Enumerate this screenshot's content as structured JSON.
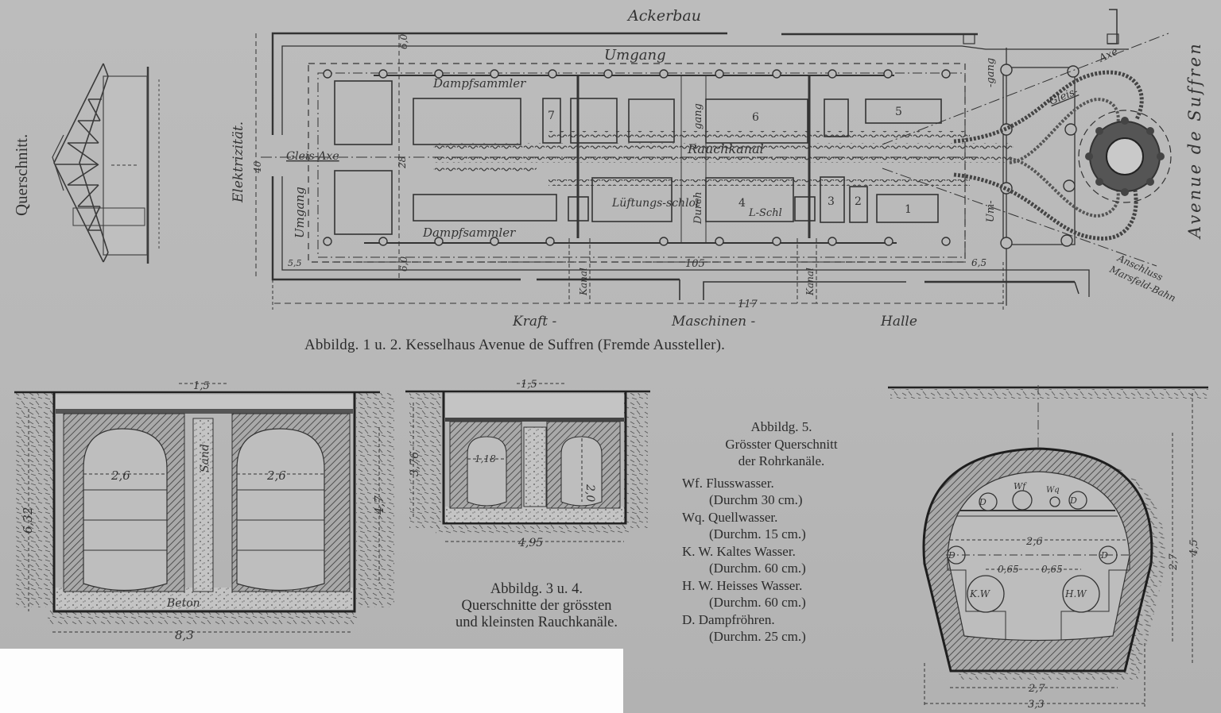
{
  "figure_1_2": {
    "caption": "Abbildg. 1 u. 2.  Kesselhaus Avenue de Suffren (Fremde Aussteller).",
    "cross_section_label": "Querschnitt.",
    "labels": {
      "top_street": "Ackerbau",
      "umgang_top": "Umgang",
      "umgang_left": "Umgang",
      "umgang_right_a": "-gang",
      "umgang_right_b": "Um-",
      "dampfsammler_top": "Dampfsammler",
      "dampfsammler_bottom": "Dampfsammler",
      "gleis_axe": "Gleis-Axe",
      "gleis": "Gleis-",
      "axe": "Axe",
      "rauchkanal": "Rauchkanal",
      "lueftungsschlot": "Lüftungs-schlot",
      "l_schl": "L-Schl",
      "durchgang_a": "gang",
      "durchgang_b": "Durch",
      "kanal_a": "Kanal",
      "kanal_b": "Kanal",
      "elektrizitaet": "Elektrizität.",
      "avenue": "Avenue de Suffren",
      "anschluss_a": "Anschluss",
      "anschluss_b": "Marsfeld-Bahn",
      "hall_a": "Kraft -",
      "hall_b": "Maschinen -",
      "hall_c": "Halle"
    },
    "boilers": [
      "1",
      "2",
      "3",
      "4",
      "5",
      "6",
      "7"
    ],
    "dimensions": {
      "width_inner": "105",
      "width_total": "117",
      "height_total": "40",
      "height_inner": "28",
      "top_margin": "6,0",
      "bottom_margin": "6,0",
      "left_margin": "5,5",
      "right_margin": "6,5"
    }
  },
  "figure_3_4": {
    "caption_line1": "Abbildg. 3 u. 4.",
    "caption_line2": "Querschnitte der grössten",
    "caption_line3": "und kleinsten Rauchkanäle.",
    "large": {
      "top_width": "1,5",
      "inner_width_left": "2,6",
      "inner_width_right": "2,6",
      "total_height": "6,32",
      "inner_height": "4,7",
      "total_width": "8,3",
      "fill_label": "Sand",
      "base_label": "Beton"
    },
    "small": {
      "top_width": "1,5",
      "inner_width": "1,18",
      "inner_height": "2,0",
      "total_height": "3,76",
      "total_width": "4,95"
    }
  },
  "figure_5": {
    "caption_line1": "Abbildg. 5.",
    "caption_line2": "Grösster Querschnitt",
    "caption_line3": "der Rohrkanäle.",
    "legend": [
      {
        "code": "Wf.",
        "name": "Flusswasser.",
        "detail": "(Durchm  30 cm.)"
      },
      {
        "code": "Wq.",
        "name": "Quellwasser.",
        "detail": "(Durchm. 15 cm.)"
      },
      {
        "code": "K. W.",
        "name": "Kaltes Wasser.",
        "detail": "(Durchm. 60 cm.)"
      },
      {
        "code": "H. W.",
        "name": "Heisses Wasser.",
        "detail": "(Durchm. 60 cm.)"
      },
      {
        "code": "D.",
        "name": "Dampfröhren.",
        "detail": "(Durchm. 25 cm.)"
      }
    ],
    "pipe_labels": {
      "d": "D",
      "wf": "Wf",
      "wq": "Wq",
      "kw": "K.W",
      "hw": "H.W"
    },
    "dimensions": {
      "inner_width": "2,6",
      "offset_left": "0,65",
      "offset_right": "0,65",
      "inner_height": "2,7",
      "total_height": "4,5",
      "base_width": "2,7",
      "total_width": "3,3"
    }
  }
}
